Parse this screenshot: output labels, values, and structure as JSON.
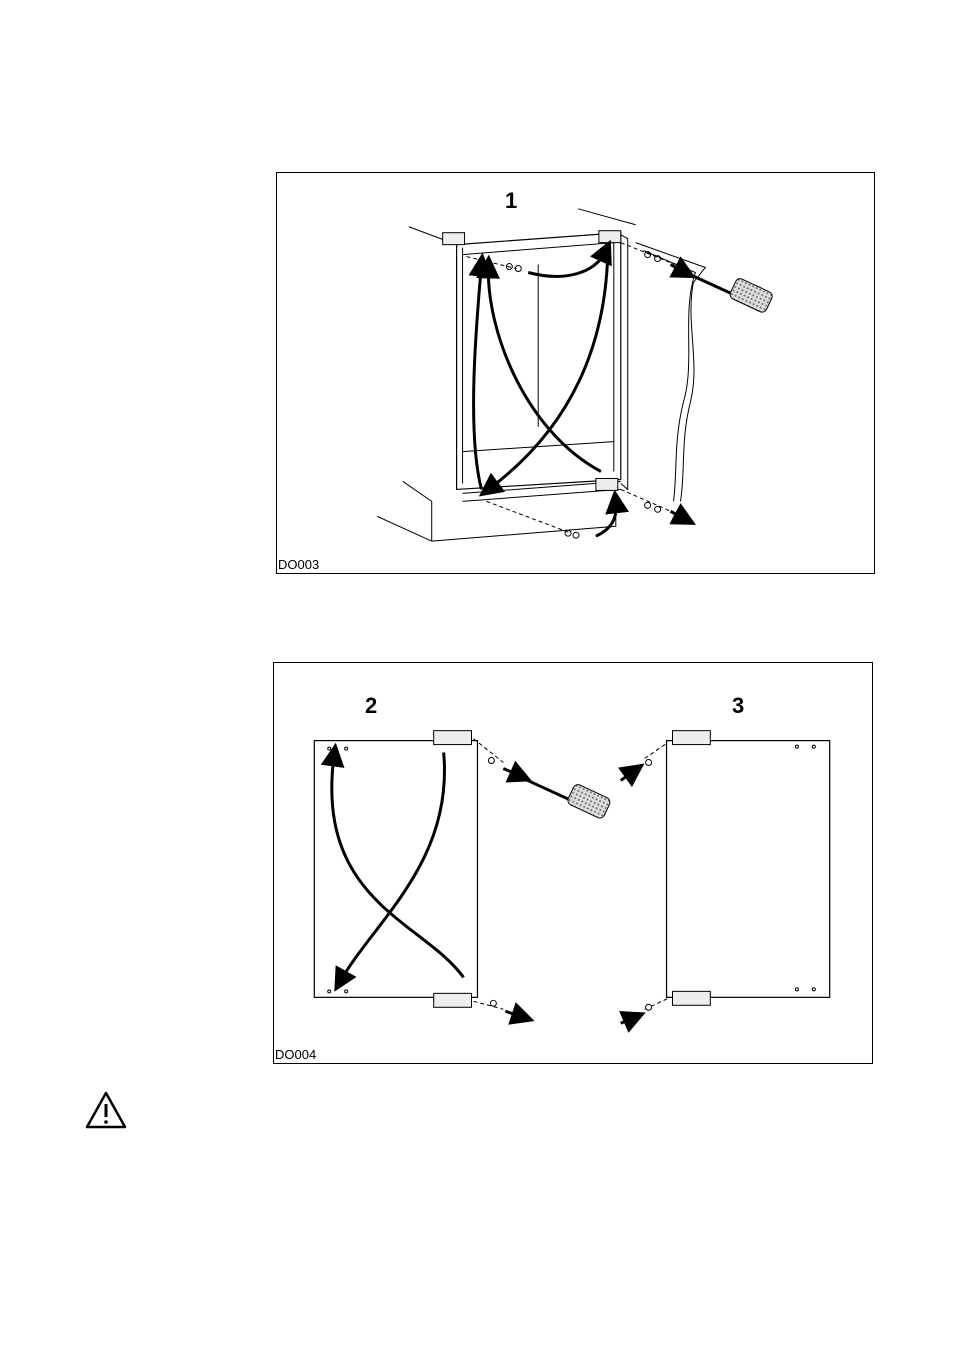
{
  "figures": [
    {
      "code": "DO003",
      "steps": [
        "1"
      ]
    },
    {
      "code": "DO004",
      "steps": [
        "2",
        "3"
      ]
    }
  ],
  "icons": {
    "warning": "warning-triangle-icon",
    "tool": "screwdriver-icon"
  }
}
